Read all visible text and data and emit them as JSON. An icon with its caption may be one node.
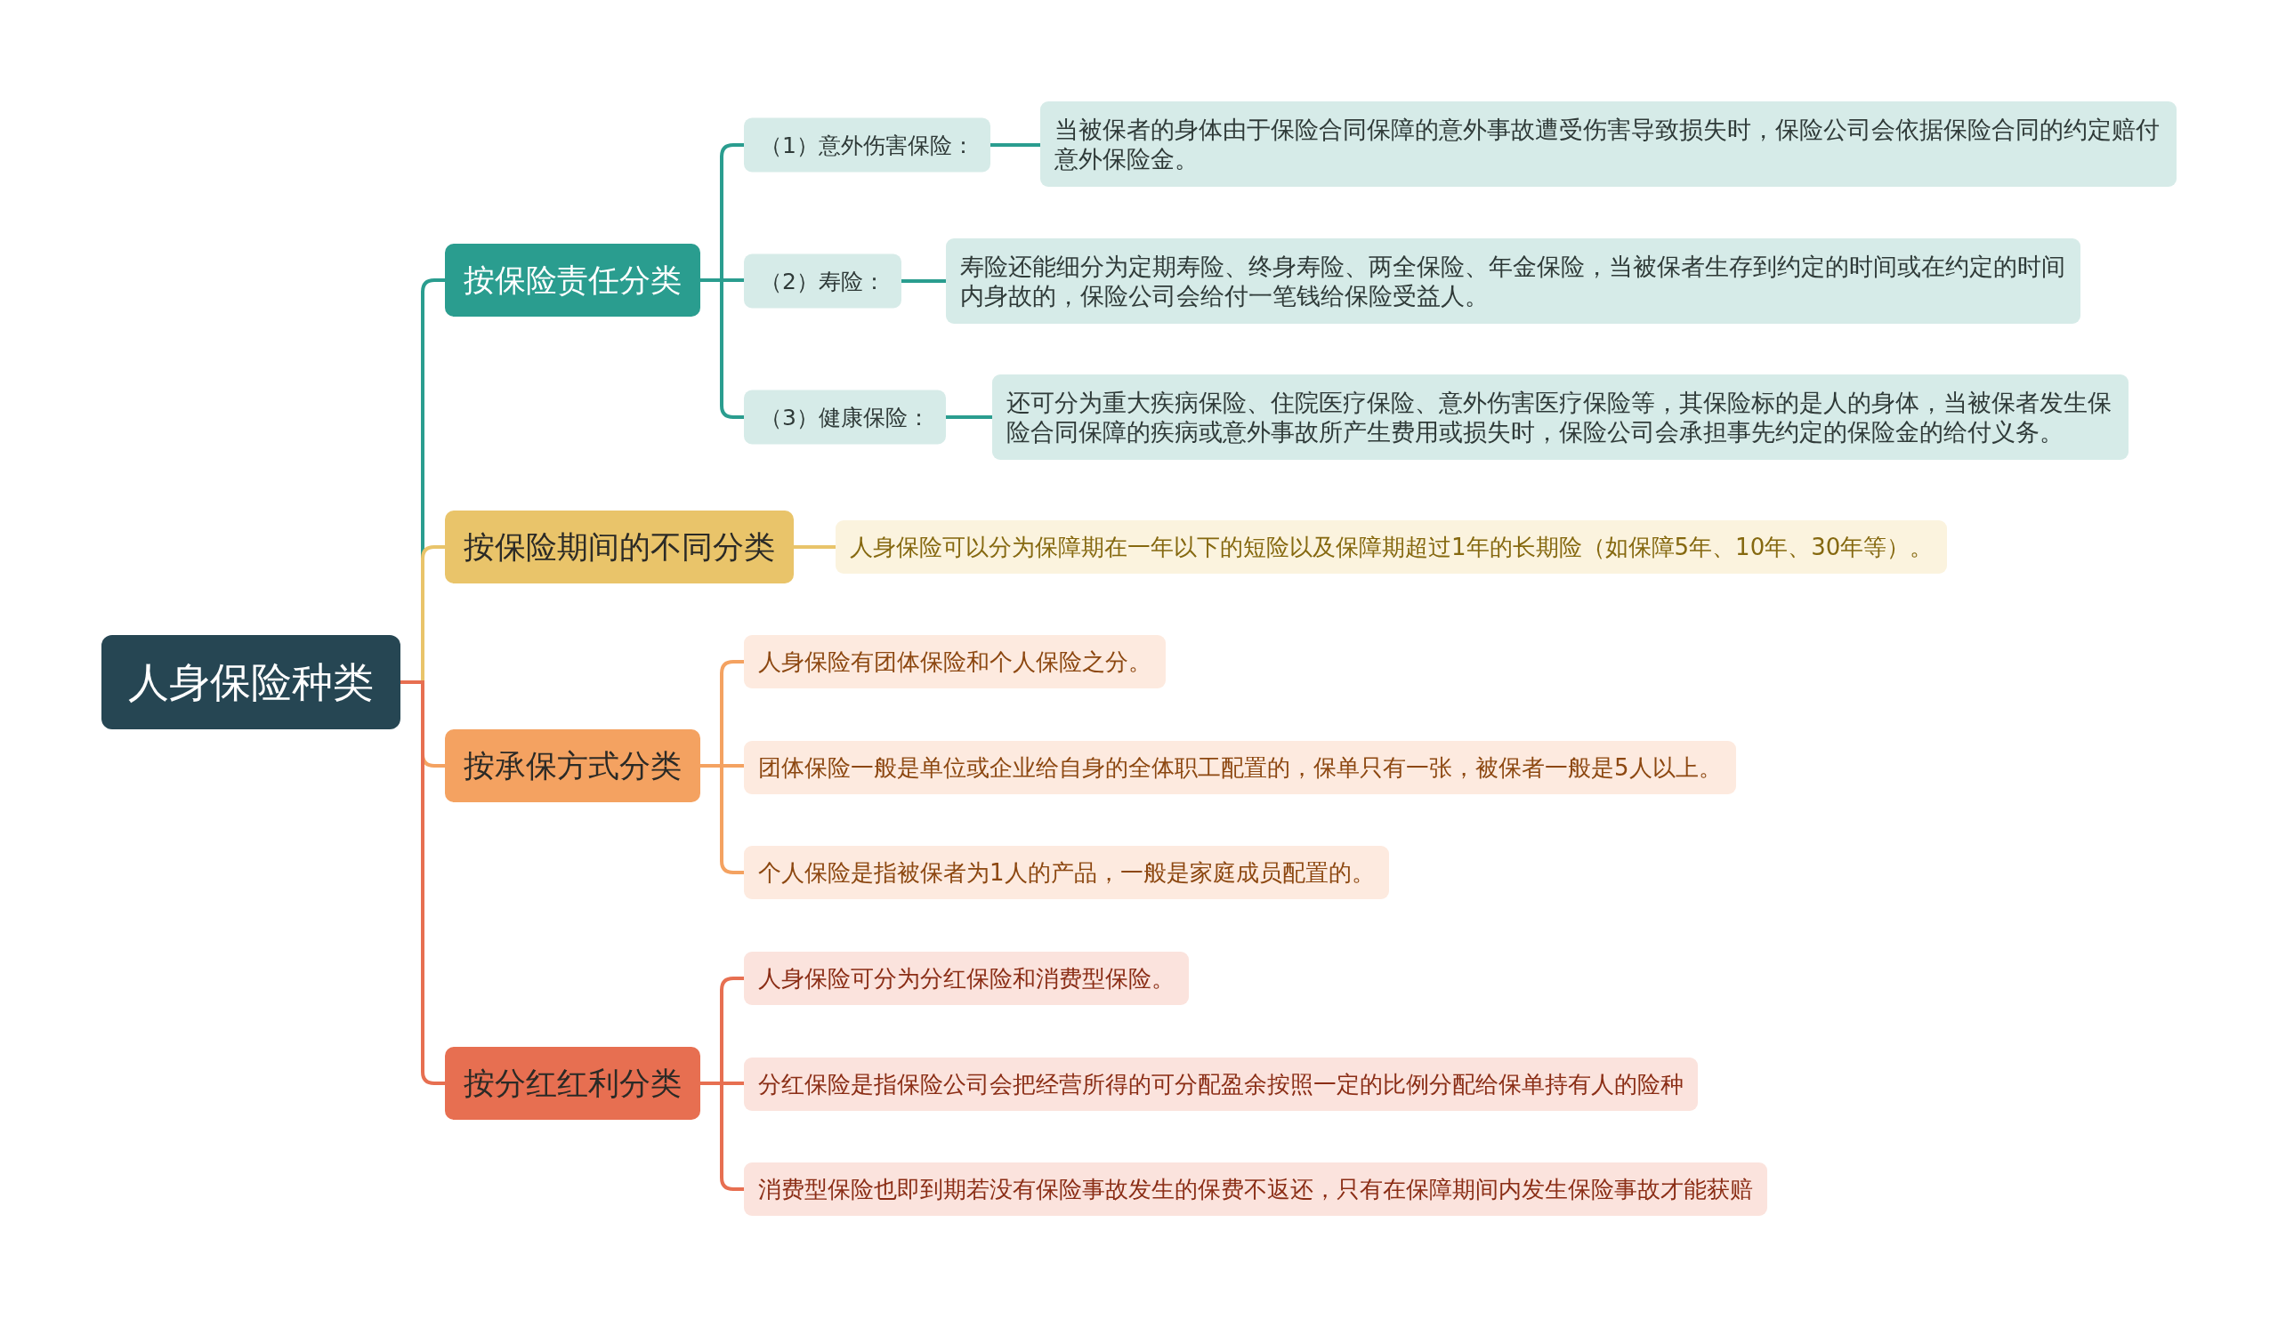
{
  "diagram": {
    "nodes": [
      {
        "text": [
          "人身保险种类"
        ]
      },
      {
        "text": [
          "按保险责任分类"
        ]
      },
      {
        "text": [
          "（1）意外伤害保险："
        ]
      },
      {
        "text": [
          "当被保者的身体由于保险合同保障的意外事故遭受伤害导致损失时，保险公司会依据保险合同的约定赔付意外保险金。"
        ]
      },
      {
        "text": [
          "（2）寿险："
        ]
      },
      {
        "text": [
          "寿险还能细分为定期寿险、终身寿险、两全保险、年金保险，当被保者生存到约定的时间或在约定的时间内身故的，保险公司会给付一笔钱给保险受益人。"
        ]
      },
      {
        "text": [
          "（3）健康保险："
        ]
      },
      {
        "text": [
          "还可分为重大疾病保险、住院医疗保险、意外伤害医疗保险等，其保险标的是人的身体，当被保者发生保险合同保障的疾病或意外事故所产生费用或损失时，保险公司会承担事先约定的保险金的给付义务。"
        ]
      },
      {
        "text": [
          "按保险期间的不同分类"
        ]
      },
      {
        "text": [
          "人身保险可以分为保障期在一年以下的短险以及保障期超过1年的长期险（如保障5年、10年、30年等）。"
        ]
      },
      {
        "text": [
          "按承保方式分类"
        ]
      },
      {
        "text": [
          "人身保险有团体保险和个人保险之分。"
        ]
      },
      {
        "text": [
          "团体保险一般是单位或企业给自身的全体职工配置的，保单只有一张，被保者一般是5人以上。"
        ]
      },
      {
        "text": [
          "个人保险是指被保者为1人的产品，一般是家庭成员配置的。"
        ]
      },
      {
        "text": [
          "按分红红利分类"
        ]
      },
      {
        "text": [
          "人身保险可分为分红保险和消费型保险。"
        ]
      },
      {
        "text": [
          "分红保险是指保险公司会把经营所得的可分配盈余按照一定的比例分配给保单持有人的险种"
        ]
      },
      {
        "text": [
          "消费型保险也即到期若没有保险事故发生的保费不返还，只有在保障期间内发生保险事故才能获赔"
        ]
      }
    ],
    "edges": [
      {
        "from": 0,
        "to": 1,
        "arrow": "none",
        "color": "#2a9d8f"
      },
      {
        "from": 1,
        "to": 2,
        "arrow": "none",
        "color": "#2a9d8f"
      },
      {
        "from": 2,
        "to": 3,
        "arrow": "none",
        "color": "#2a9d8f"
      },
      {
        "from": 1,
        "to": 4,
        "arrow": "none",
        "color": "#2a9d8f"
      },
      {
        "from": 4,
        "to": 5,
        "arrow": "none",
        "color": "#2a9d8f"
      },
      {
        "from": 1,
        "to": 6,
        "arrow": "none",
        "color": "#2a9d8f"
      },
      {
        "from": 6,
        "to": 7,
        "arrow": "none",
        "color": "#2a9d8f"
      },
      {
        "from": 0,
        "to": 8,
        "arrow": "none",
        "color": "#e9c46a"
      },
      {
        "from": 8,
        "to": 9,
        "arrow": "none",
        "color": "#e9c46a"
      },
      {
        "from": 0,
        "to": 10,
        "arrow": "none",
        "color": "#f4a261"
      },
      {
        "from": 10,
        "to": 11,
        "arrow": "none",
        "color": "#f4a261"
      },
      {
        "from": 10,
        "to": 12,
        "arrow": "none",
        "color": "#f4a261"
      },
      {
        "from": 10,
        "to": 13,
        "arrow": "none",
        "color": "#f4a261"
      },
      {
        "from": 0,
        "to": 14,
        "arrow": "none",
        "color": "#e76f51"
      },
      {
        "from": 14,
        "to": 15,
        "arrow": "none",
        "color": "#e76f51"
      },
      {
        "from": 14,
        "to": 16,
        "arrow": "none",
        "color": "#e76f51"
      },
      {
        "from": 14,
        "to": 17,
        "arrow": "none",
        "color": "#e76f51"
      }
    ]
  }
}
